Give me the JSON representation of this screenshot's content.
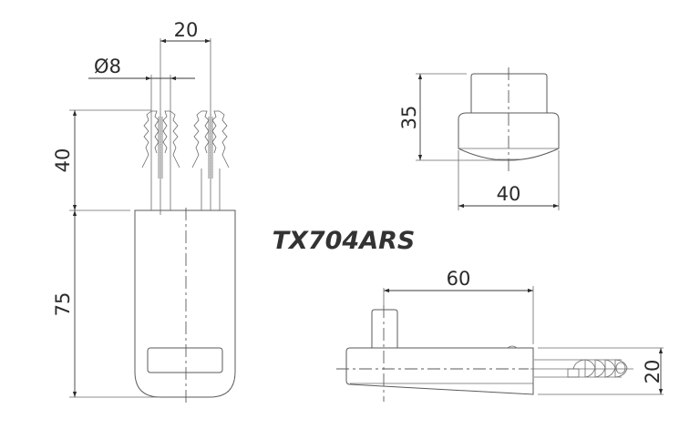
{
  "drawing": {
    "title": "TX704ARS",
    "colors": {
      "line": "#5a5a5a",
      "text": "#2a2a2a",
      "background": "#ffffff"
    }
  },
  "front_view": {
    "dim_spacing": "20",
    "dim_diameter": "Ø8",
    "dim_anchor_length": "40",
    "dim_body_height": "75"
  },
  "top_view": {
    "dim_height": "35",
    "dim_width": "40"
  },
  "side_view": {
    "dim_length": "60",
    "dim_thickness": "20"
  }
}
